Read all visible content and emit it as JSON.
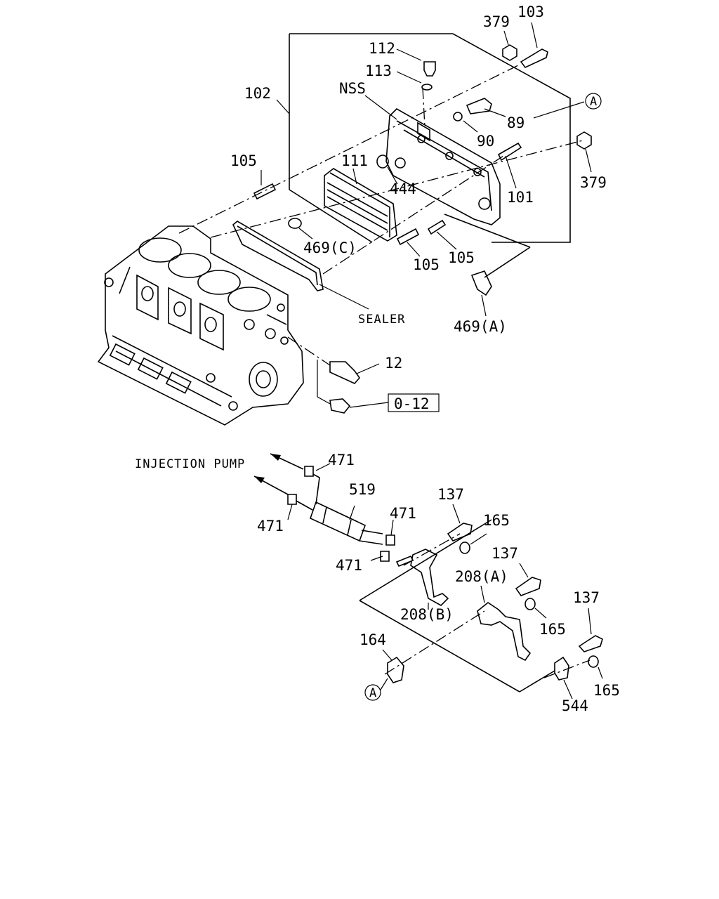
{
  "labels": {
    "l103": "103",
    "l379a": "379",
    "l112": "112",
    "l113": "113",
    "lnss": "NSS",
    "l102": "102",
    "l89": "89",
    "l90": "90",
    "lA1": "A",
    "l105a": "105",
    "l111": "111",
    "l444": "444",
    "l101": "101",
    "l379b": "379",
    "l469c": "469(C)",
    "l105b": "105",
    "l105c": "105",
    "lsealer": "SEALER",
    "l469a": "469(A)",
    "l12": "12",
    "l012": "0-12",
    "linj": "INJECTION PUMP",
    "l471a": "471",
    "l519": "519",
    "l471b": "471",
    "l471c": "471",
    "l471d": "471",
    "l137a": "137",
    "l165a": "165",
    "l137b": "137",
    "l208a": "208(A)",
    "l208b": "208(B)",
    "l165b": "165",
    "l137c": "137",
    "l164": "164",
    "lA2": "A",
    "l165c": "165",
    "l544": "544"
  }
}
